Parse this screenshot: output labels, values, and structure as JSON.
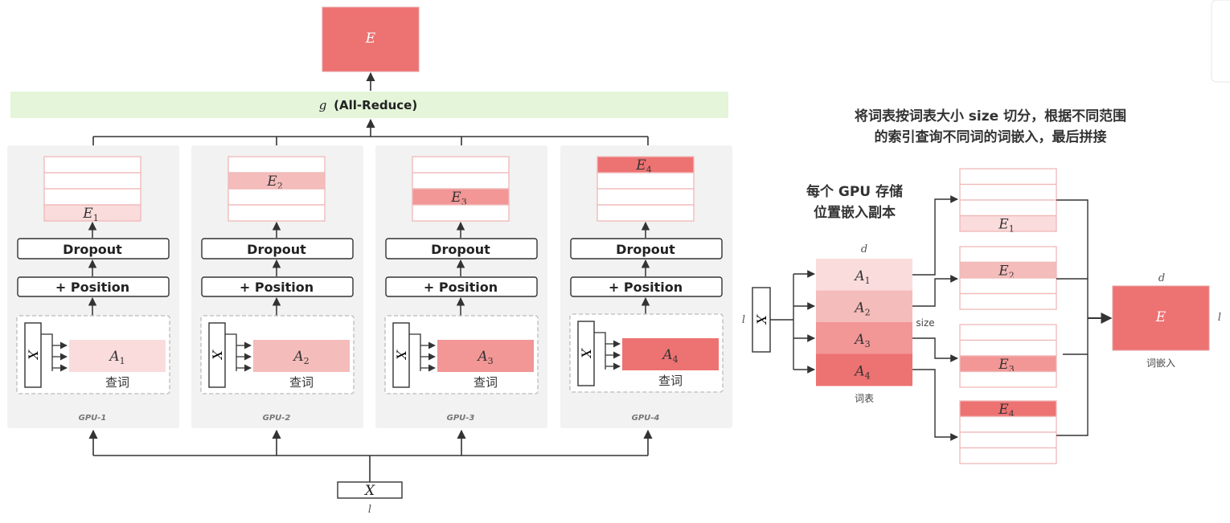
{
  "output": {
    "label": "E"
  },
  "reduce": {
    "symbol": "g",
    "label": "(All-Reduce)"
  },
  "gpus": [
    {
      "name": "GPU-1",
      "embedding": "E",
      "sub": "1",
      "lookup_var": "A",
      "lookup_sub": "1",
      "lookup_label": "查词",
      "dropout": "Dropout",
      "position": "+ Position",
      "input_var": "X",
      "emb_color": "#fadcdc",
      "shard_color": "#fadcdc"
    },
    {
      "name": "GPU-2",
      "embedding": "E",
      "sub": "2",
      "lookup_var": "A",
      "lookup_sub": "2",
      "lookup_label": "查词",
      "dropout": "Dropout",
      "position": "+ Position",
      "input_var": "X",
      "emb_color": "#f5bcbc",
      "shard_color": "#f5bcbc"
    },
    {
      "name": "GPU-3",
      "embedding": "E",
      "sub": "3",
      "lookup_var": "A",
      "lookup_sub": "3",
      "lookup_label": "查词",
      "dropout": "Dropout",
      "position": "+ Position",
      "input_var": "X",
      "emb_color": "#f29696",
      "shard_color": "#f29696"
    },
    {
      "name": "GPU-4",
      "embedding": "E",
      "sub": "4",
      "lookup_var": "A",
      "lookup_sub": "4",
      "lookup_label": "查词",
      "dropout": "Dropout",
      "position": "+ Position",
      "input_var": "X",
      "emb_color": "#ed7272",
      "shard_color": "#ed7272"
    }
  ],
  "input": {
    "label": "X",
    "dim": "l"
  },
  "right": {
    "title_line1": "将词表按词表大小 size 切分，根据不同范围",
    "title_line2": "的索引查询不同词的词嵌入，最后拼接",
    "note_line1": "每个 GPU 存储",
    "note_line2": "位置嵌入副本",
    "input_var": "X",
    "input_dim": "l",
    "vocab_dim": "d",
    "vocab_rows": [
      {
        "var": "A",
        "sub": "1",
        "color": "#fadcdc"
      },
      {
        "var": "A",
        "sub": "2",
        "color": "#f5bcbc"
      },
      {
        "var": "A",
        "sub": "3",
        "color": "#f29696"
      },
      {
        "var": "A",
        "sub": "4",
        "color": "#ed7272"
      }
    ],
    "size_label": "size",
    "vocab_label": "词表",
    "embeddings": [
      {
        "var": "E",
        "sub": "1"
      },
      {
        "var": "E",
        "sub": "2"
      },
      {
        "var": "E",
        "sub": "3"
      },
      {
        "var": "E",
        "sub": "4"
      }
    ],
    "output_label": "E",
    "output_dim_d": "d",
    "output_dim_l": "l",
    "output_caption": "词嵌入"
  },
  "colors": {
    "accent": "#ed7272",
    "reduce_bg": "#e4f5d9",
    "panel_bg": "#f2f2f2",
    "border": "#f0b8b8",
    "line": "#333333"
  }
}
